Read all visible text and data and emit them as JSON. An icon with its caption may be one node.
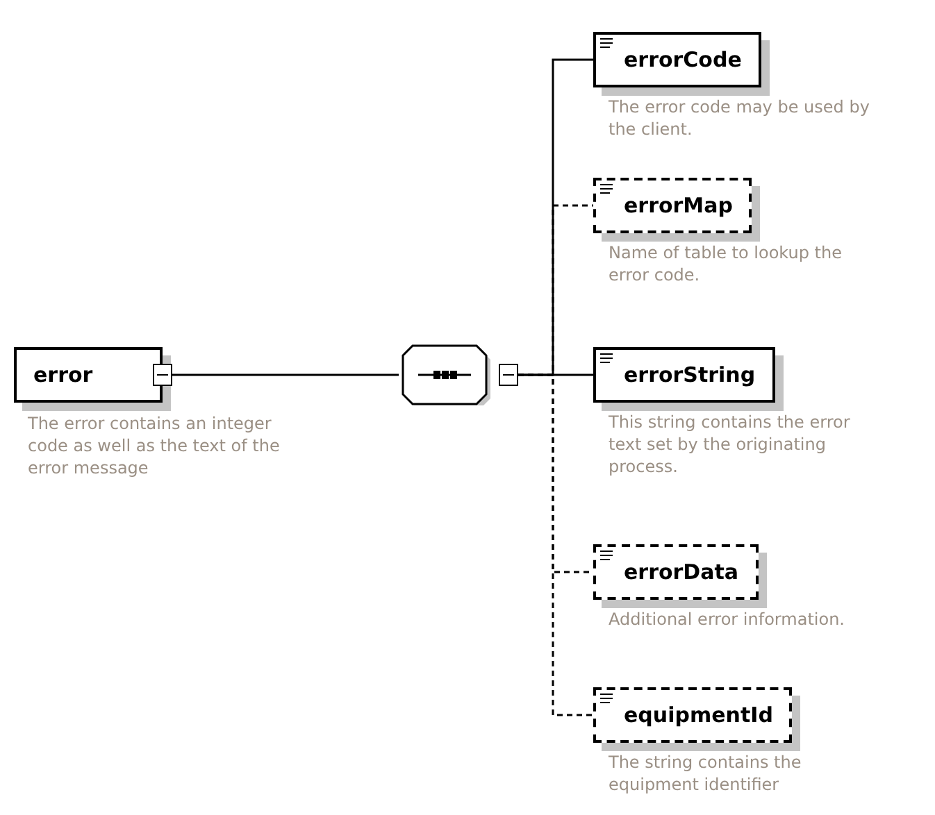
{
  "diagram": {
    "nodes": [
      {
        "text": [
          "error"
        ],
        "beside": [
          "The error contains an integer code as well as the text of the error message"
        ]
      },
      {
        "text": [],
        "shape": "octagon"
      },
      {
        "text": [
          "errorCode"
        ],
        "beside": [
          "The error code may be used by the client."
        ]
      },
      {
        "text": [
          "errorMap"
        ],
        "beside": [
          "Name of table to lookup the error code."
        ]
      },
      {
        "text": [
          "errorString"
        ],
        "beside": [
          "This string contains the error text set by the originating process."
        ]
      },
      {
        "text": [
          "errorData"
        ],
        "beside": [
          "Additional error information."
        ]
      },
      {
        "text": [
          "equipmentId"
        ],
        "beside": [
          "The string contains the equipment identifier"
        ]
      }
    ],
    "edges": [
      {
        "from": 0,
        "to": 1,
        "arrow": "none"
      },
      {
        "from": 1,
        "to": 2,
        "arrow": "none"
      },
      {
        "from": 1,
        "to": 3,
        "arrow": "none",
        "style": "dashed"
      },
      {
        "from": 1,
        "to": 4,
        "arrow": "none"
      },
      {
        "from": 1,
        "to": 5,
        "arrow": "none",
        "style": "dashed"
      },
      {
        "from": 1,
        "to": 6,
        "arrow": "none",
        "style": "dashed"
      }
    ]
  }
}
